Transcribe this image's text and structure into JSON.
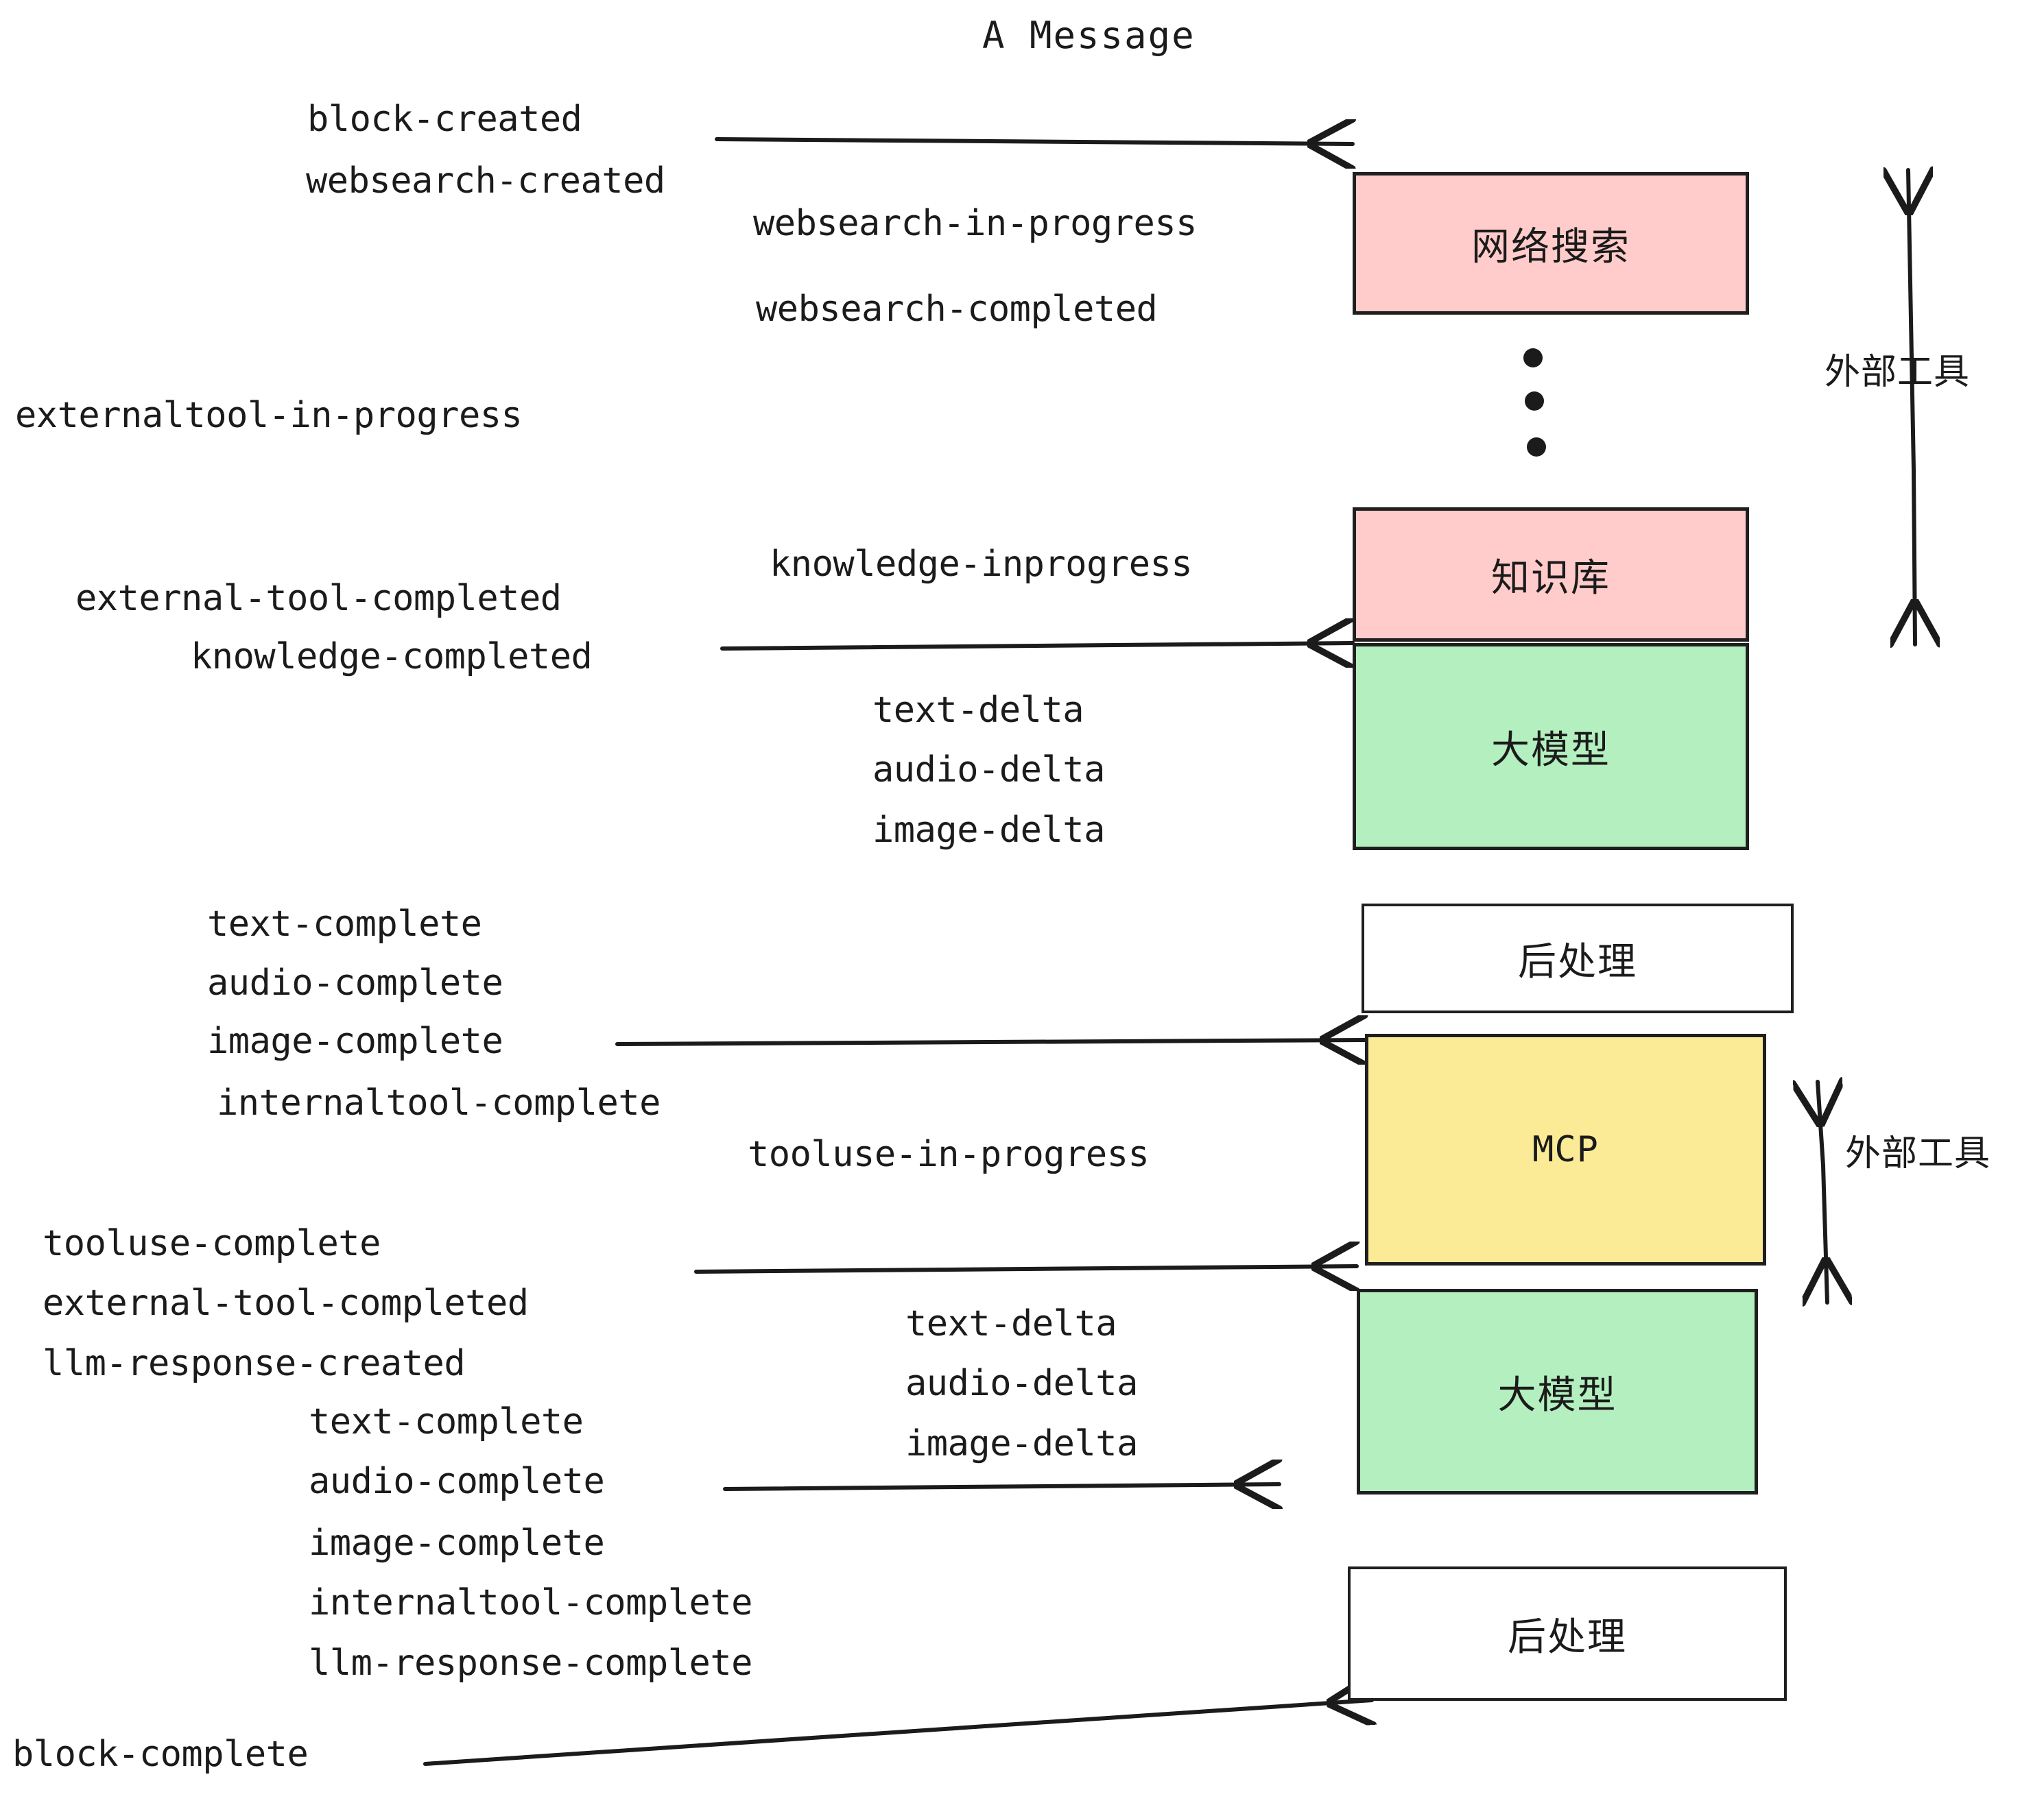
{
  "title": "A Message",
  "colors": {
    "pink": "#FFCCCB",
    "green": "#B4EFBF",
    "yellow": "#FCEB96",
    "white": "#FFFFFF",
    "stroke": "#1F1F1F",
    "text": "#1B1B1B",
    "background": "#FFFFFF"
  },
  "nodes": [
    {
      "id": "websearch",
      "label": "网络搜索",
      "fill": "pink",
      "script": "cjk"
    },
    {
      "id": "knowledge",
      "label": "知识库",
      "fill": "pink",
      "script": "cjk"
    },
    {
      "id": "llm-top",
      "label": "大模型",
      "fill": "green",
      "script": "cjk"
    },
    {
      "id": "postprocess-top",
      "label": "后处理",
      "fill": "white",
      "script": "cjk"
    },
    {
      "id": "mcp",
      "label": "MCP",
      "fill": "yellow",
      "script": "latin"
    },
    {
      "id": "llm-bottom",
      "label": "大模型",
      "fill": "green",
      "script": "cjk"
    },
    {
      "id": "postprocess-bottom",
      "label": "后处理",
      "fill": "white",
      "script": "cjk"
    }
  ],
  "side_labels": [
    {
      "id": "external-tools-top",
      "label": "外部工具"
    },
    {
      "id": "external-tools-bottom",
      "label": "外部工具"
    }
  ],
  "events": [
    {
      "id": "block-created",
      "label": "block-created"
    },
    {
      "id": "websearch-created",
      "label": "websearch-created"
    },
    {
      "id": "websearch-in-progress",
      "label": "websearch-in-progress"
    },
    {
      "id": "websearch-completed",
      "label": "websearch-completed"
    },
    {
      "id": "externaltool-in-progress",
      "label": "externaltool-in-progress"
    },
    {
      "id": "knowledge-inprogress",
      "label": "knowledge-inprogress"
    },
    {
      "id": "external-tool-completed-1",
      "label": "external-tool-completed"
    },
    {
      "id": "knowledge-completed",
      "label": "knowledge-completed"
    },
    {
      "id": "text-delta-1",
      "label": "text-delta"
    },
    {
      "id": "audio-delta-1",
      "label": "audio-delta"
    },
    {
      "id": "image-delta-1",
      "label": "image-delta"
    },
    {
      "id": "text-complete-1",
      "label": "text-complete"
    },
    {
      "id": "audio-complete-1",
      "label": "audio-complete"
    },
    {
      "id": "image-complete-1",
      "label": "image-complete"
    },
    {
      "id": "internaltool-complete-1",
      "label": "internaltool-complete"
    },
    {
      "id": "tooluse-in-progress",
      "label": "tooluse-in-progress"
    },
    {
      "id": "tooluse-complete",
      "label": "tooluse-complete"
    },
    {
      "id": "external-tool-completed-2",
      "label": "external-tool-completed"
    },
    {
      "id": "llm-response-created",
      "label": "llm-response-created"
    },
    {
      "id": "text-delta-2",
      "label": "text-delta"
    },
    {
      "id": "audio-delta-2",
      "label": "audio-delta"
    },
    {
      "id": "image-delta-2",
      "label": "image-delta"
    },
    {
      "id": "text-complete-2",
      "label": "text-complete"
    },
    {
      "id": "audio-complete-2",
      "label": "audio-complete"
    },
    {
      "id": "image-complete-2",
      "label": "image-complete"
    },
    {
      "id": "internaltool-complete-2",
      "label": "internaltool-complete"
    },
    {
      "id": "llm-response-complete",
      "label": "llm-response-complete"
    },
    {
      "id": "block-complete",
      "label": "block-complete"
    }
  ],
  "ellipsis": {
    "id": "vertical-ellipsis",
    "dots": 3
  },
  "arrows": [
    {
      "id": "arrow-websearch-out",
      "direction": "left"
    },
    {
      "id": "arrow-knowledge-out",
      "direction": "left"
    },
    {
      "id": "arrow-llm-top-out",
      "direction": "left"
    },
    {
      "id": "arrow-mcp-out",
      "direction": "left"
    },
    {
      "id": "arrow-llm-bottom-out",
      "direction": "left"
    },
    {
      "id": "arrow-postprocess-out",
      "direction": "left"
    },
    {
      "id": "arrow-external-tools-top",
      "direction": "both-vertical"
    },
    {
      "id": "arrow-external-tools-bottom",
      "direction": "both-vertical"
    }
  ]
}
